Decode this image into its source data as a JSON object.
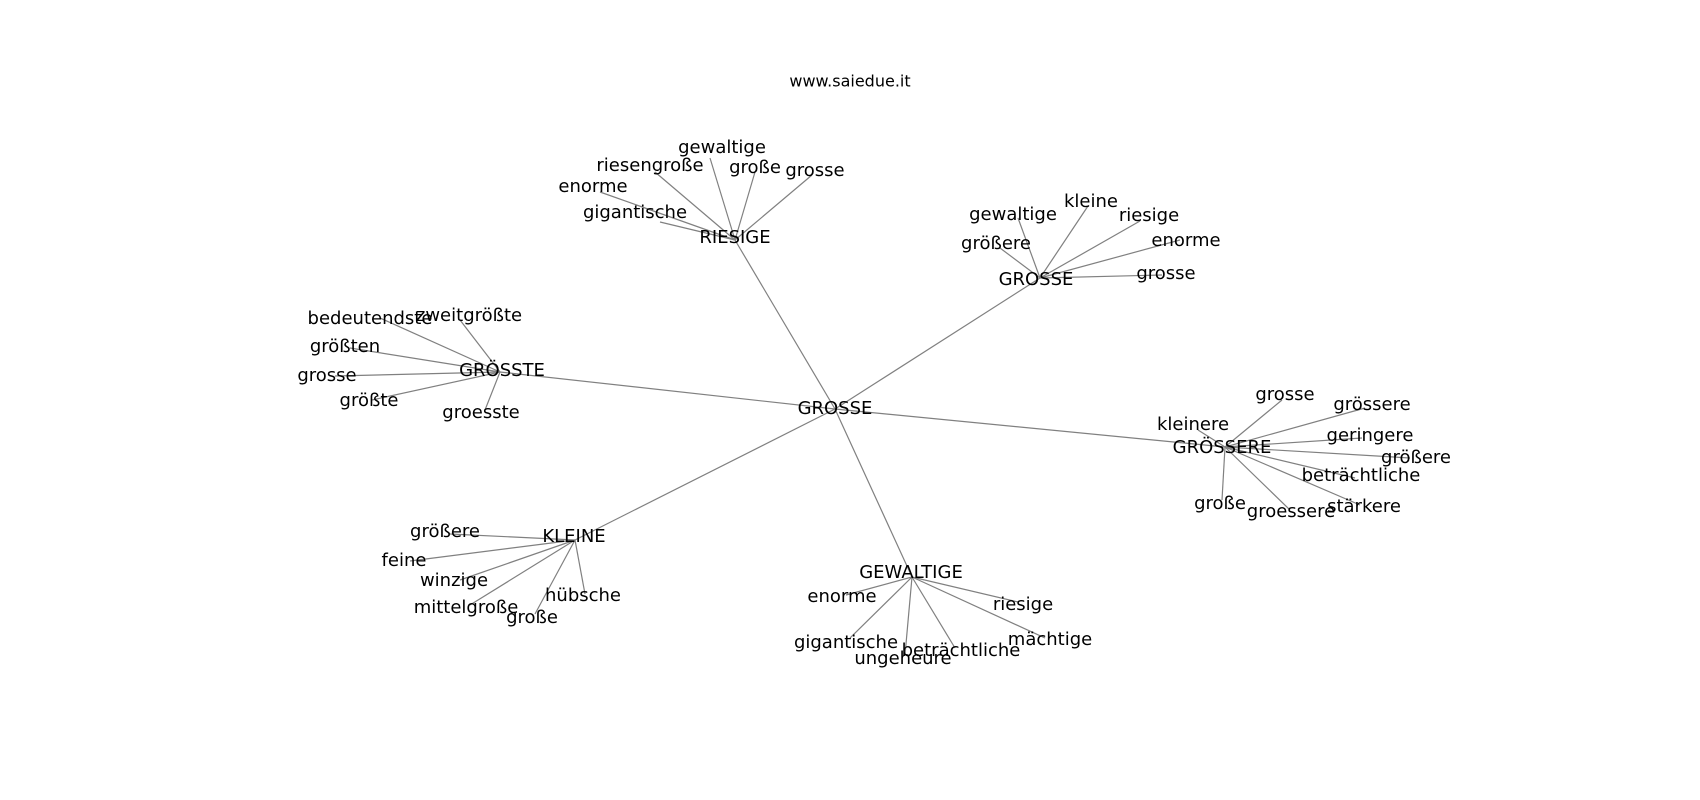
{
  "site": "www.saiedue.it",
  "edge_color": "#808080",
  "root": "GROSSE",
  "clusters": [
    {
      "hub": "RIESIGE",
      "leaves": [
        "gewaltige",
        "riesengroße",
        "große",
        "grosse",
        "enorme",
        "gigantische"
      ]
    },
    {
      "hub": "GROSSE",
      "leaves": [
        "gewaltige",
        "kleine",
        "riesige",
        "größere",
        "enorme",
        "grosse"
      ]
    },
    {
      "hub": "GRÖSSTE",
      "leaves": [
        "bedeutendste",
        "zweitgrößte",
        "größten",
        "grosse",
        "größte",
        "groesste"
      ]
    },
    {
      "hub": "GRÖSSERE",
      "leaves": [
        "grosse",
        "grössere",
        "kleinere",
        "geringere",
        "größere",
        "beträchtliche",
        "große",
        "groessere",
        "stärkere"
      ]
    },
    {
      "hub": "KLEINE",
      "leaves": [
        "größere",
        "feine",
        "winzige",
        "hübsche",
        "mittelgroße",
        "große"
      ]
    },
    {
      "hub": "GEWALTIGE",
      "leaves": [
        "enorme",
        "riesige",
        "mächtige",
        "gigantische",
        "beträchtliche",
        "ungeheure"
      ]
    }
  ]
}
